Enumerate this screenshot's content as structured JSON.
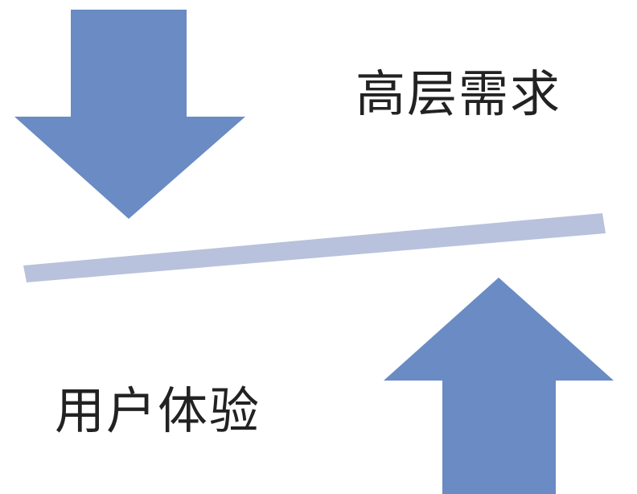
{
  "labels": {
    "top": "高层需求",
    "bottom": "用户体验"
  },
  "colors": {
    "arrow": "#6a8bc3",
    "divider": "#b9c2dc",
    "text": "#222222",
    "background": "#ffffff"
  },
  "arrows": [
    {
      "name": "down-arrow",
      "direction": "down"
    },
    {
      "name": "up-arrow",
      "direction": "up"
    }
  ]
}
